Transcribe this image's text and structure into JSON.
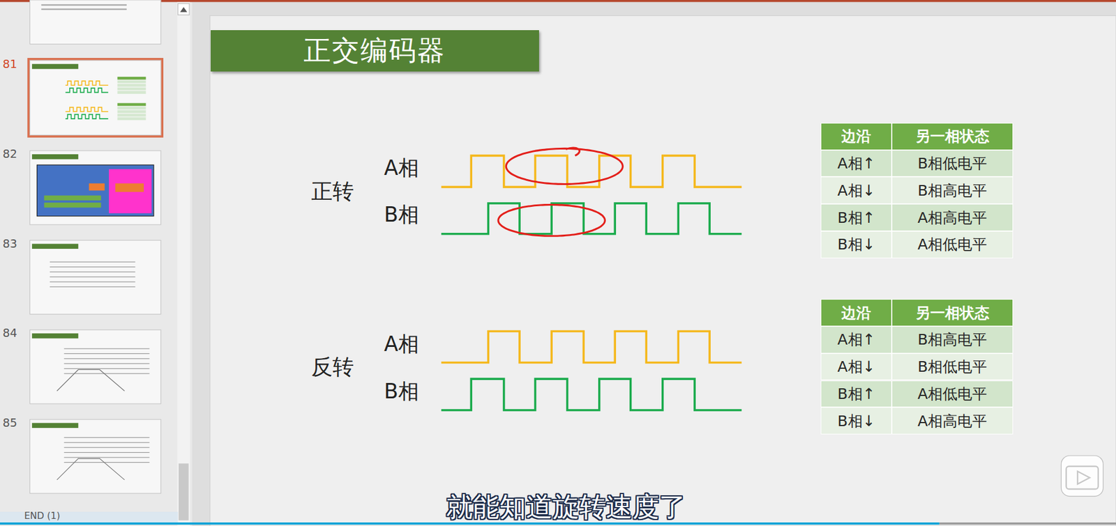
{
  "diagram": {
    "title": "正交编码器",
    "caption": "就能知道旋转速度了",
    "labels": [
      "81",
      "82",
      "83",
      "84",
      "85",
      "END (1)",
      "正转",
      "A相",
      "B相",
      "反转",
      "A相",
      "B相",
      "边沿",
      "另一相状态",
      "A相↑",
      "B相低电平",
      "A相↓",
      "B相高电平",
      "B相↑",
      "A相高电平",
      "B相↓",
      "A相低电平",
      "边沿",
      "另一相状态",
      "A相↑",
      "B相高电平",
      "A相↓",
      "B相低电平",
      "B相↑",
      "A相低电平",
      "B相↓",
      "A相高电平"
    ]
  }
}
